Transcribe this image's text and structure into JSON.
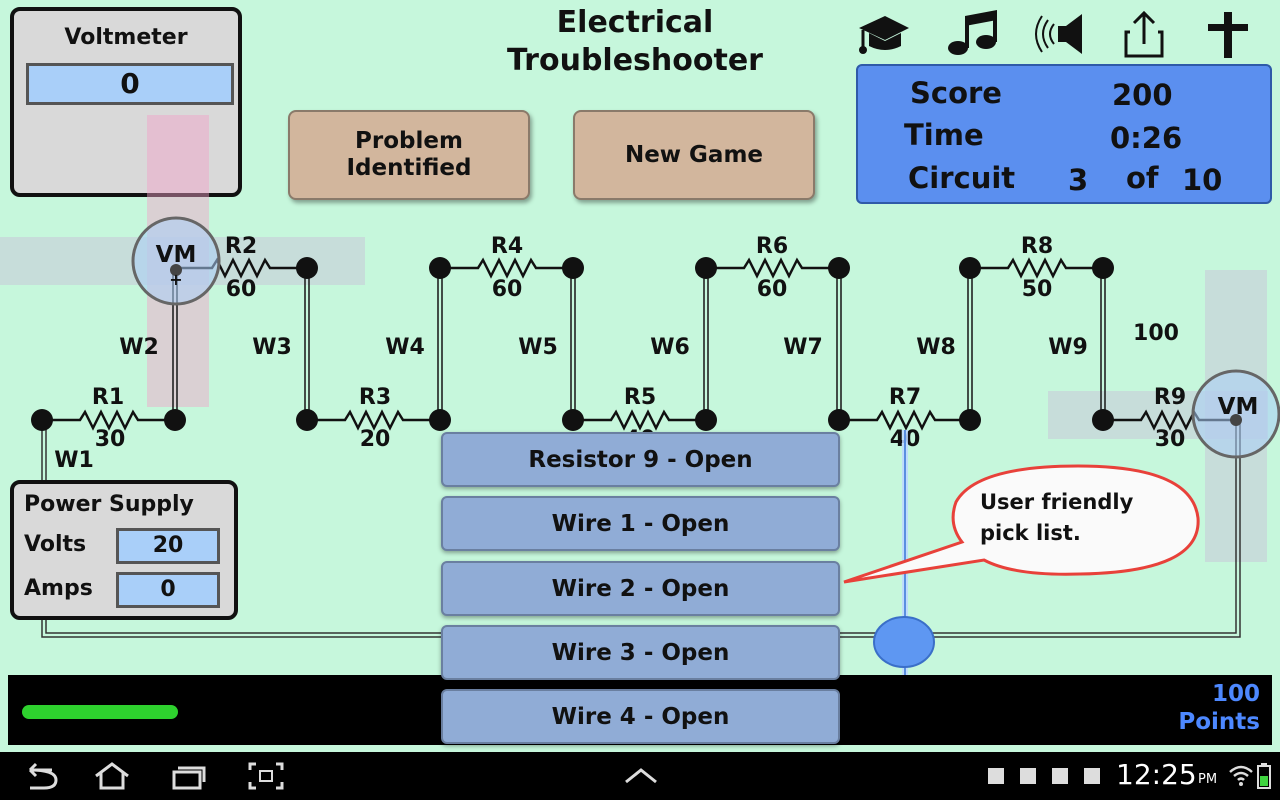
{
  "app": {
    "title": "Electrical\nTroubleshooter"
  },
  "voltmeter": {
    "title": "Voltmeter",
    "value": "0"
  },
  "buttons": {
    "problem_identified": "Problem\nIdentified",
    "new_game": "New Game"
  },
  "score_panel": {
    "score_label": "Score",
    "score_value": "200",
    "time_label": "Time",
    "time_value": "0:26",
    "circuit_label": "Circuit",
    "circuit_current": "3",
    "circuit_of": "of",
    "circuit_total": "10"
  },
  "power_supply": {
    "title": "Power Supply",
    "volts_label": "Volts",
    "volts_value": "20",
    "amps_label": "Amps",
    "amps_value": "0"
  },
  "circuit": {
    "resistors": [
      {
        "label": "R1",
        "value": "30"
      },
      {
        "label": "R2",
        "value": "60"
      },
      {
        "label": "R3",
        "value": "20"
      },
      {
        "label": "R4",
        "value": "60"
      },
      {
        "label": "R5",
        "value": "40"
      },
      {
        "label": "R6",
        "value": "60"
      },
      {
        "label": "R7",
        "value": "40"
      },
      {
        "label": "R8",
        "value": "50"
      },
      {
        "label": "R9",
        "value": "30"
      }
    ],
    "wires": [
      "W1",
      "W2",
      "W3",
      "W4",
      "W5",
      "W6",
      "W7",
      "W8",
      "W9"
    ],
    "extra_value": "100",
    "probe_label": "VM",
    "probe_plus": "+"
  },
  "pick_list": [
    "Resistor 9 - Open",
    "Wire 1 - Open",
    "Wire 2 - Open",
    "Wire 3 - Open",
    "Wire 4 - Open"
  ],
  "callout": {
    "text": "User friendly\npick list."
  },
  "footer": {
    "points_value": "100",
    "points_label": "Points",
    "progress": 1.0
  },
  "system_bar": {
    "time": "12:25",
    "ampm": "PM"
  },
  "colors": {
    "background": "#c6f7dc",
    "panel_blue": "#5b8fef",
    "field_blue": "#a9cff9",
    "tan": "#d2b69d",
    "pick_blue": "#90acd6",
    "points_blue": "#4d88ff",
    "progress_green": "#2ed12e"
  }
}
